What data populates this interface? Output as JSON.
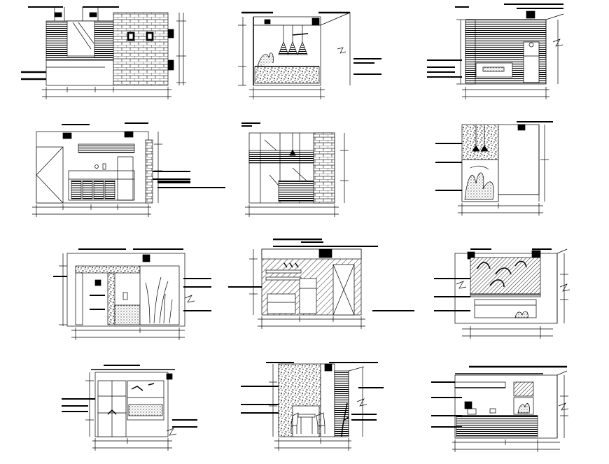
{
  "sheet": {
    "background": "#ffffff",
    "ink": "#000000"
  },
  "elevations": [
    {
      "id": "e1",
      "shows": [
        "hatch-horizontal",
        "mirror",
        "brick-wall",
        "two-frames"
      ],
      "dims": [
        "",
        "",
        "",
        "",
        ""
      ]
    },
    {
      "id": "e2",
      "shows": [
        "pendant-lamps",
        "plant",
        "low-cabinet"
      ],
      "dims": [
        "",
        ""
      ]
    },
    {
      "id": "e3",
      "shows": [
        "hatch-horizontal",
        "sofa",
        "refrigerator"
      ],
      "dims": [
        "",
        ""
      ]
    },
    {
      "id": "e4",
      "shows": [
        "door",
        "kitchen-counter",
        "tall-cabinet"
      ],
      "dims": [
        "",
        "",
        "",
        "",
        ""
      ]
    },
    {
      "id": "e5",
      "shows": [
        "glass-partition",
        "brick-column",
        "pendant"
      ],
      "dims": [
        "",
        "",
        ""
      ]
    },
    {
      "id": "e6",
      "shows": [
        "stone-texture",
        "plants",
        "pendant-lamps"
      ],
      "dims": [
        "",
        "",
        ""
      ]
    },
    {
      "id": "e7",
      "shows": [
        "stone-frame",
        "bamboo-panel",
        "cabinet"
      ],
      "dims": [
        "",
        "",
        "",
        ""
      ]
    },
    {
      "id": "e8",
      "shows": [
        "diagonal-hatch",
        "refrigerator",
        "door",
        "shelves"
      ],
      "dims": [
        "",
        "",
        "",
        ""
      ]
    },
    {
      "id": "e9",
      "shows": [
        "decorative-panel",
        "bathtub"
      ],
      "dims": [
        "",
        ""
      ]
    },
    {
      "id": "e10",
      "shows": [
        "glass-door",
        "shelf-display"
      ],
      "dims": [
        "",
        "",
        ""
      ]
    },
    {
      "id": "e11",
      "shows": [
        "stone-texture",
        "dining-set",
        "striped-column"
      ],
      "dims": [
        "",
        "",
        ""
      ]
    },
    {
      "id": "e12",
      "shows": [
        "counter",
        "upper-cabinet",
        "hatched-base"
      ],
      "dims": [
        "",
        "",
        "",
        ""
      ]
    }
  ]
}
